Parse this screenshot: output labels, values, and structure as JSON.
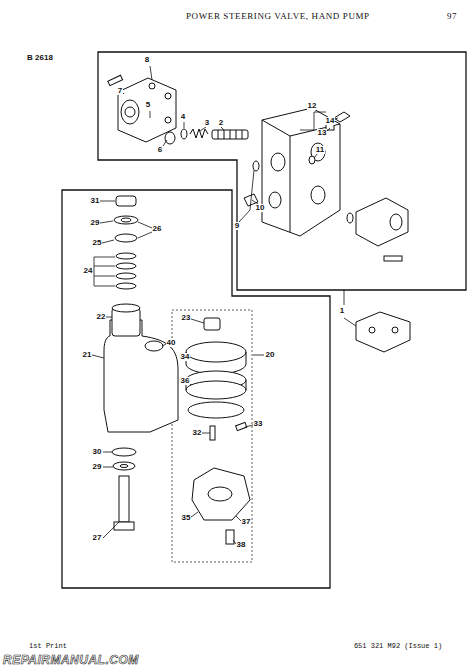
{
  "diagram": {
    "title": "POWER STEERING VALVE, HAND PUMP",
    "labels": [
      "97",
      "B 2618",
      "8",
      "7",
      "5",
      "6",
      "4",
      "3",
      "2",
      "12",
      "14",
      "13",
      "11",
      "10",
      "9",
      "1",
      "31",
      "29",
      "26",
      "25",
      "24",
      "22",
      "40",
      "21",
      "23",
      "20",
      "34",
      "36",
      "33",
      "32",
      "30",
      "29",
      "27",
      "35",
      "37",
      "38",
      "1st Print",
      "651 321 M92 (Issue 1)",
      "REPAIRMANUAL.COM"
    ]
  }
}
